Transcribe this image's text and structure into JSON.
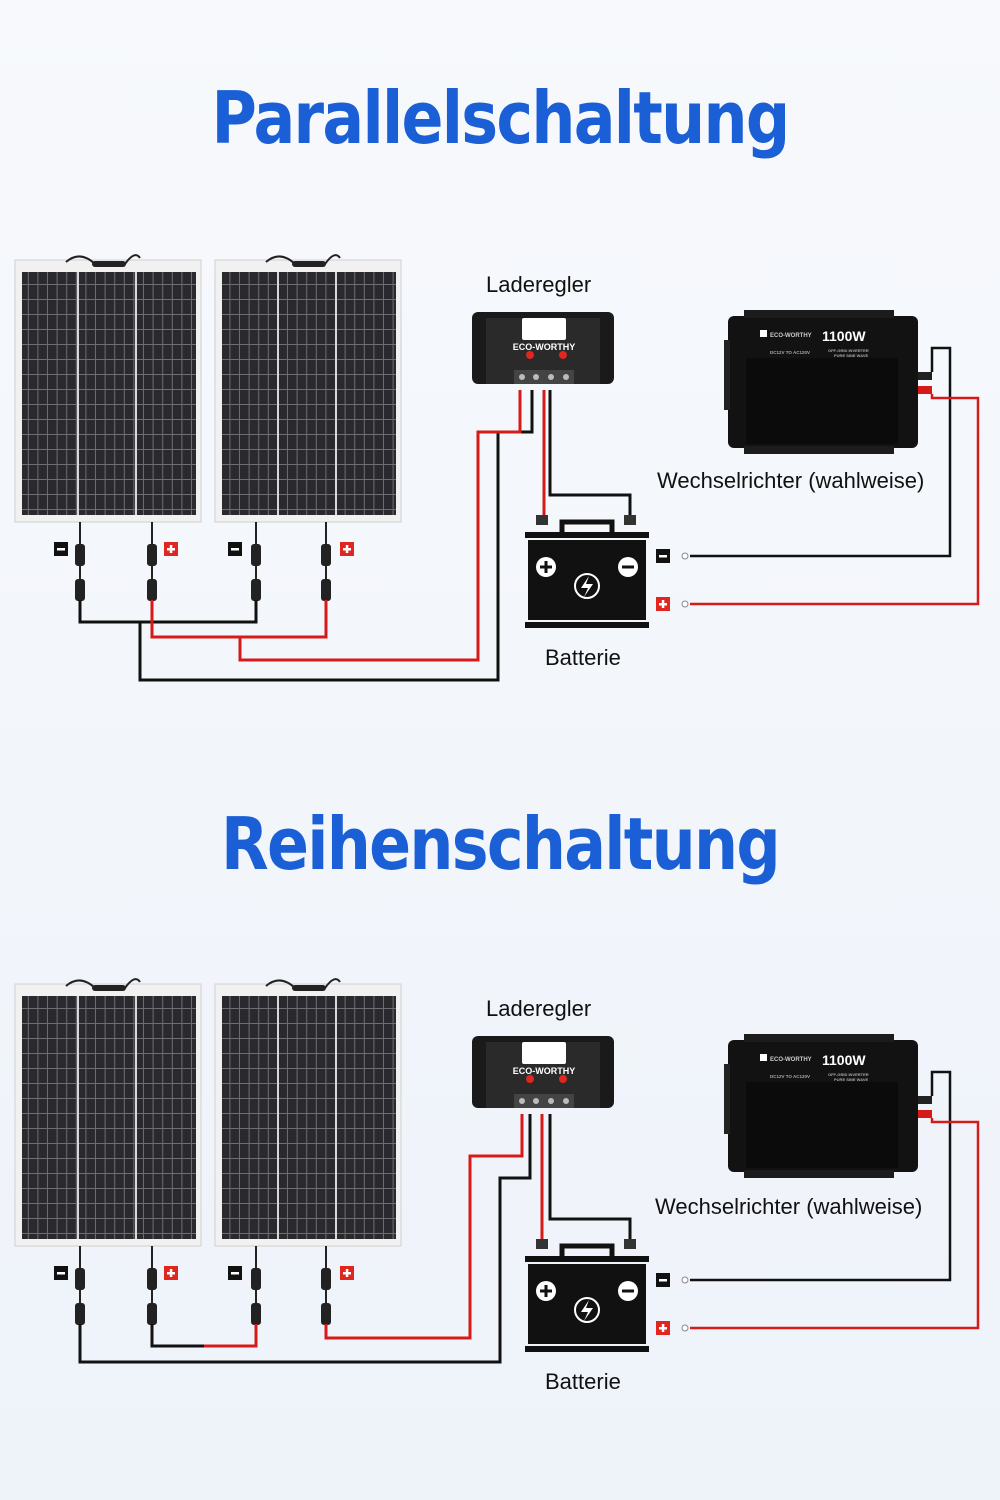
{
  "colors": {
    "title": "#1a5fd6",
    "wire_negative": "#111111",
    "wire_positive": "#d61a1a",
    "panel_cell": "#2a2a2e",
    "panel_frame": "#f1f1f1"
  },
  "diagrams": [
    {
      "title": "Parallelschaltung",
      "controller_label": "Laderegler",
      "inverter_label": "Wechselrichter (wahlweise)",
      "battery_label": "Batterie",
      "controller_brand": "ECO-WORTHY",
      "inverter_brand": "ECO-WORTHY",
      "inverter_power": "1100W",
      "inverter_small_left": "DC12V TO AC120V",
      "inverter_small_right_1": "OFF-GRID INVERTER",
      "inverter_small_right_2": "PURE SINE WAVE"
    },
    {
      "title": "Reihenschaltung",
      "controller_label": "Laderegler",
      "inverter_label": "Wechselrichter (wahlweise)",
      "battery_label": "Batterie",
      "controller_brand": "ECO-WORTHY",
      "inverter_brand": "ECO-WORTHY",
      "inverter_power": "1100W",
      "inverter_small_left": "DC12V TO AC120V",
      "inverter_small_right_1": "OFF-GRID INVERTER",
      "inverter_small_right_2": "PURE SINE WAVE"
    }
  ]
}
